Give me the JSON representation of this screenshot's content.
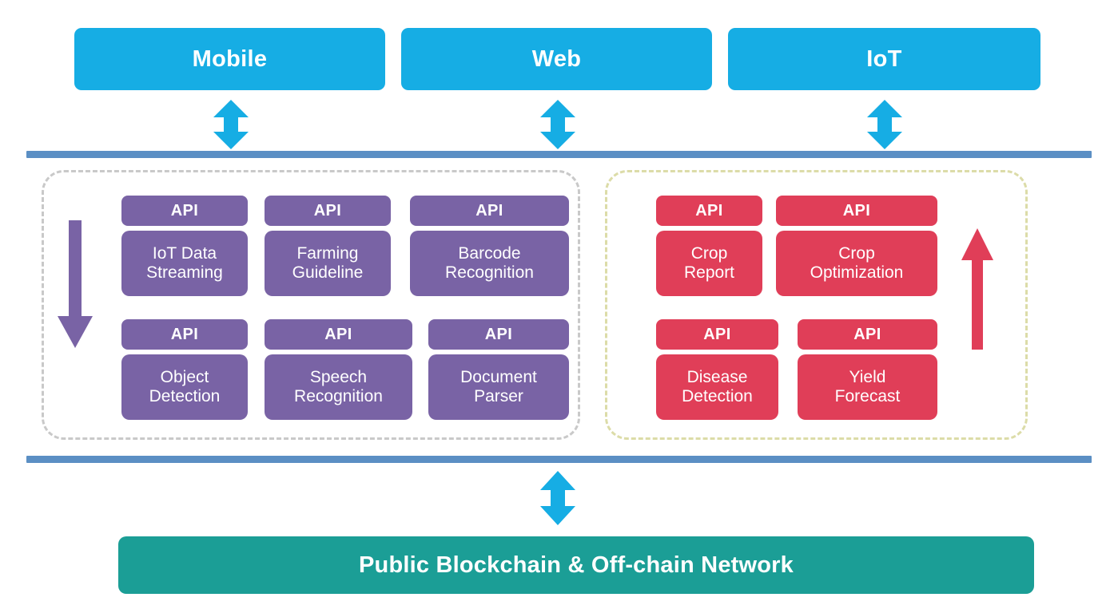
{
  "clients": {
    "items": [
      {
        "label": "Mobile",
        "name": "client-mobile"
      },
      {
        "label": "Web",
        "name": "client-web"
      },
      {
        "label": "IoT",
        "name": "client-iot"
      }
    ]
  },
  "api_label": "API",
  "left_group": {
    "border_color": "#C9C9C9",
    "accent_color": "#7963A5",
    "flow_direction": "down",
    "services": [
      {
        "api": "API",
        "name": "IoT Data\nStreaming"
      },
      {
        "api": "API",
        "name": "Farming\nGuideline"
      },
      {
        "api": "API",
        "name": "Barcode\nRecognition"
      },
      {
        "api": "API",
        "name": "Object\nDetection"
      },
      {
        "api": "API",
        "name": "Speech\nRecognition"
      },
      {
        "api": "API",
        "name": "Document\nParser"
      }
    ]
  },
  "right_group": {
    "border_color": "#DCDCA8",
    "accent_color": "#E03E58",
    "flow_direction": "up",
    "services": [
      {
        "api": "API",
        "name": "Crop\nReport"
      },
      {
        "api": "API",
        "name": "Crop\nOptimization"
      },
      {
        "api": "API",
        "name": "Disease\nDetection"
      },
      {
        "api": "API",
        "name": "Yield\nForecast"
      }
    ]
  },
  "blockchain": {
    "label": "Public Blockchain & Off-chain Network",
    "color": "#1B9E96"
  },
  "separators": {
    "color": "#5B8FC4"
  },
  "arrows": {
    "color": "#16ADE4"
  }
}
